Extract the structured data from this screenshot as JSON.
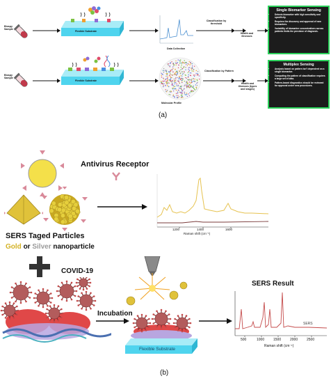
{
  "panel_a": {
    "biospy_top": "Biospy Sample",
    "biospy_bottom": "Biospy Sample",
    "substrate_top": "Flexible Substrate",
    "substrate_bottom": "Flexible Substrate",
    "data_collection": "Data Collection",
    "molecular_profile": "Molecular Profile",
    "class_threshold": "Classification by threshold",
    "class_pattern": "Classification by Pattern",
    "health_top": "Health and illnesses",
    "health_bottom": "Health and illnesses (types and stages)",
    "single_box": {
      "title": "Single Biomarker Sensing",
      "bullets": [
        "Detects biomarker with high sensitivity and specificity.",
        "Requires the discovery and approval of new biomarkers.",
        "Variability of biomarker concentrations across patients limits the precision of diagnosis."
      ]
    },
    "multi_box": {
      "title": "Multiplex Sensing",
      "bullets": [
        "Analysis based on pattern isn't dependent on a single biomarker.",
        "Computing the pattern of classification requires a large set of data.",
        "Pattern-based diagnostics should be reviewed for approval under new procedures."
      ]
    },
    "caption": "(a)"
  },
  "panel_b": {
    "antivirus_receptor": "Antivirus Receptor",
    "sers_tagged": "SERS Taged Particles",
    "gold": "Gold",
    "or": "or",
    "silver": "Silver",
    "nanoparticle": "nanoparticle",
    "covid": "COVID-19",
    "incubation": "Incubation",
    "substrate": "Flexible Substrate",
    "sers_result": "SERS Result",
    "sers_curve_label": "SERS",
    "spec1_xlabel": "Raman shift (cm⁻¹)",
    "spec1_ticks": [
      "1200",
      "1400",
      "1600"
    ],
    "spec2_xlabel": "Raman shift (cm⁻¹)",
    "spec2_ticks": [
      "500",
      "1000",
      "1500",
      "2000",
      "2500"
    ],
    "caption": "(b)"
  },
  "colors": {
    "substrate": "#4fd4ee",
    "box_bg": "#1c1c1c",
    "box_border": "#2bd15a",
    "gold": "#e0c23a",
    "silver": "#9a9a9a",
    "receptor": "#d98a9a",
    "virus": "#b35c5c",
    "spectrum_gold": "#e6c24f",
    "spectrum_brown": "#7a3b3b",
    "spectrum_red": "#c44a4a"
  }
}
